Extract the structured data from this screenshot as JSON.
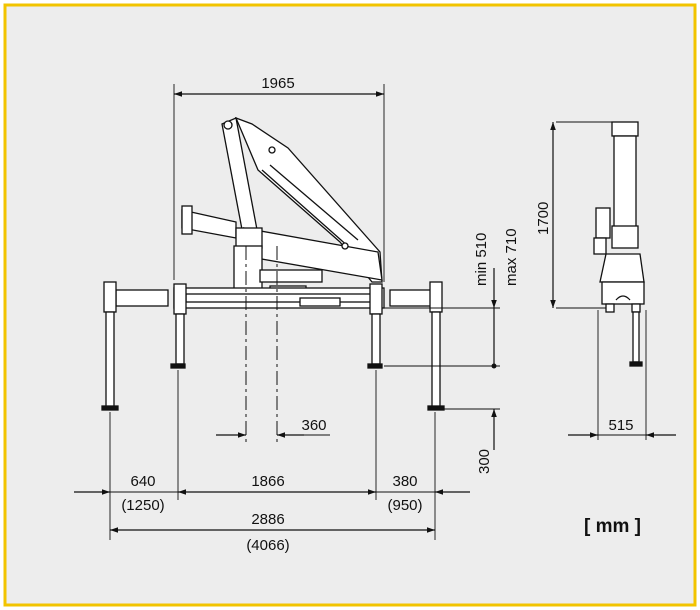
{
  "colors": {
    "frame": "#f2c400",
    "background": "#ededed",
    "ink": "#111111",
    "part": "#ffffff"
  },
  "dimensions": {
    "top_width": "1965",
    "min_label": "min",
    "min_value": "510",
    "max_label": "max",
    "max_value": "710",
    "height_right": "1700",
    "swing_offset": "360",
    "leg_extra": "300",
    "side_width": "515",
    "left_ext": "640",
    "left_ext_alt": "(1250)",
    "center_span": "1866",
    "right_ext": "380",
    "right_ext_alt": "(950)",
    "total_span": "2886",
    "total_span_alt": "(4066)"
  },
  "unit_label": "[ mm ]"
}
